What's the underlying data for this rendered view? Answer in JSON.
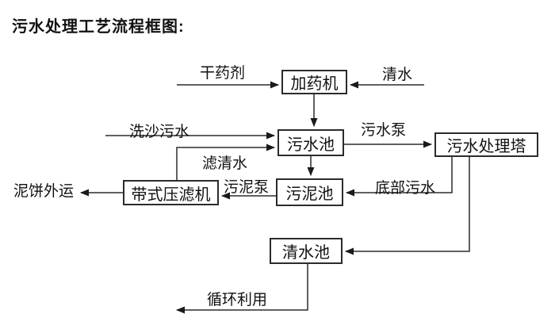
{
  "title": "污水处理工艺流程框图:",
  "diagram": {
    "type": "flowchart",
    "nodes": {
      "dosing_machine": "加药机",
      "sewage_pool": "污水池",
      "treatment_tower": "污水处理塔",
      "sludge_pool": "污泥池",
      "belt_filter_press": "带式压滤机",
      "clean_water_pool": "清水池"
    },
    "edge_labels": {
      "dry_agent": "干药剂",
      "clean_water": "清水",
      "sand_washing_sewage": "洗沙污水",
      "filtered_water": "滤清水",
      "sewage_pump": "污水泵",
      "bottom_sewage": "底部污水",
      "sludge_pump": "污泥泵",
      "mud_cake_out": "泥饼外运",
      "recycle": "循环利用"
    },
    "colors": {
      "line": "#2b2b2b",
      "arrow": "#1a1a1a",
      "node_border": "#2b2b2b",
      "text": "#111111",
      "background": "#ffffff"
    }
  }
}
